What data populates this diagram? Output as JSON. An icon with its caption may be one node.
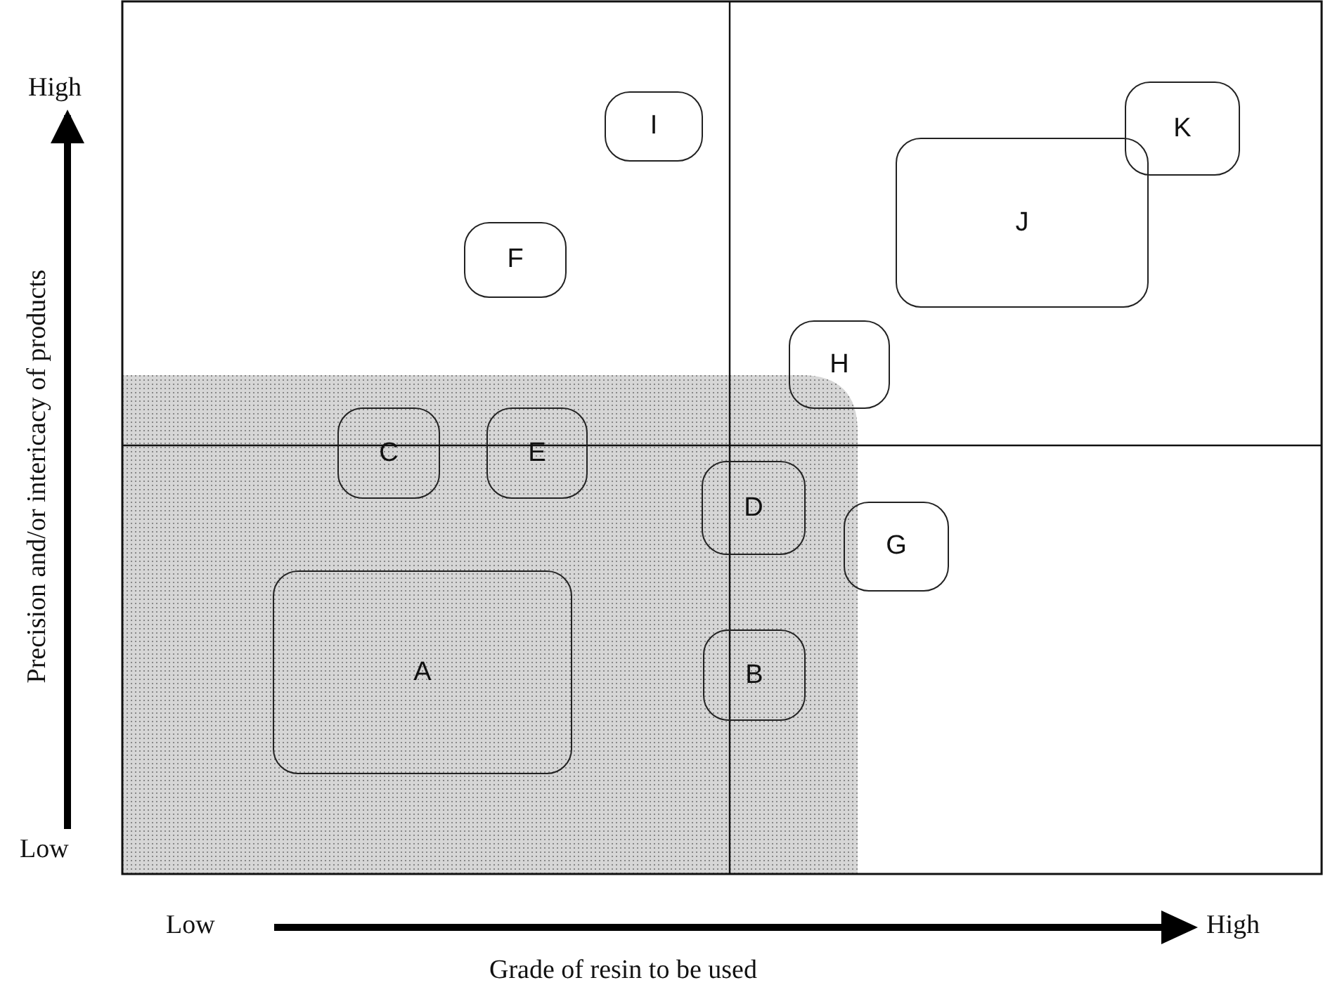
{
  "diagram": {
    "nodes": [
      {
        "text": [
          "I"
        ]
      },
      {
        "text": [
          "K"
        ]
      },
      {
        "text": [
          "J"
        ]
      },
      {
        "text": [
          "F"
        ]
      },
      {
        "text": [
          "H"
        ]
      },
      {
        "text": [
          "C"
        ]
      },
      {
        "text": [
          "E"
        ]
      },
      {
        "text": [
          "D"
        ]
      },
      {
        "text": [
          "G"
        ]
      },
      {
        "text": [
          "A"
        ]
      },
      {
        "text": [
          "B"
        ]
      }
    ],
    "labels": [
      "High",
      "Precision and/or intericacy of products",
      "Low",
      "Low",
      "High",
      "Grade of resin to be used"
    ]
  }
}
